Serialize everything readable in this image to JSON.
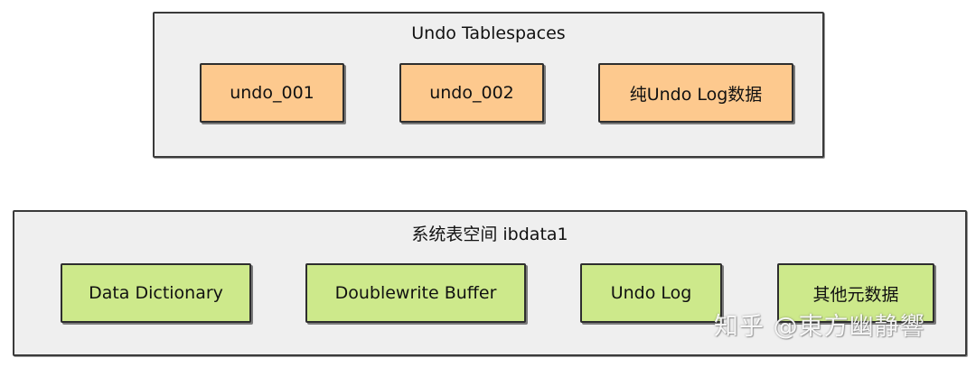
{
  "undo_tablespaces": {
    "title": "Undo Tablespaces",
    "items": [
      "undo_001",
      "undo_002",
      "纯Undo Log数据"
    ]
  },
  "system_tablespace": {
    "title": "系统表空间 ibdata1",
    "items": [
      "Data Dictionary",
      "Doublewrite Buffer",
      "Undo Log",
      "其他元数据"
    ]
  },
  "watermark": "知乎 @東方幽静響",
  "colors": {
    "panel_fill": "#efefef",
    "orange_box": "#fdc98e",
    "green_box": "#cde98b",
    "outline": "#2e2e2e"
  }
}
